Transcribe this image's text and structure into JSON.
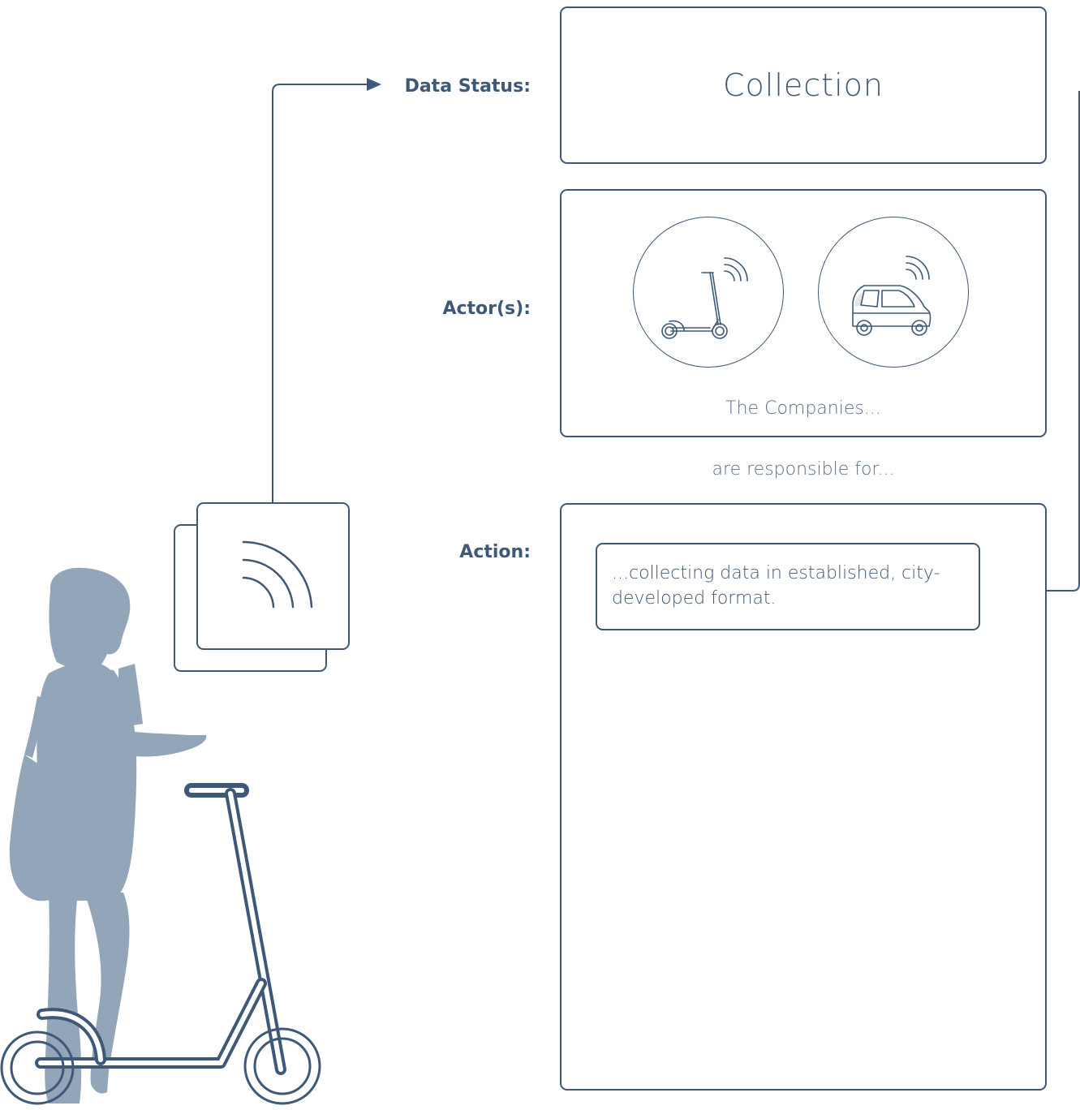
{
  "labels": {
    "data_status": "Data Status:",
    "actors": "Actor(s):",
    "action": "Action:"
  },
  "status": {
    "value": "Collection"
  },
  "actors": {
    "icons": [
      "scooter-icon",
      "car-icon"
    ],
    "caption": "The Companies..."
  },
  "connector": "are responsible for...",
  "action": {
    "text": "...collecting data in established, city-developed format."
  },
  "colors": {
    "stroke": "#3e5878",
    "silhouette": "#93a5b8",
    "background": "#ffffff"
  }
}
